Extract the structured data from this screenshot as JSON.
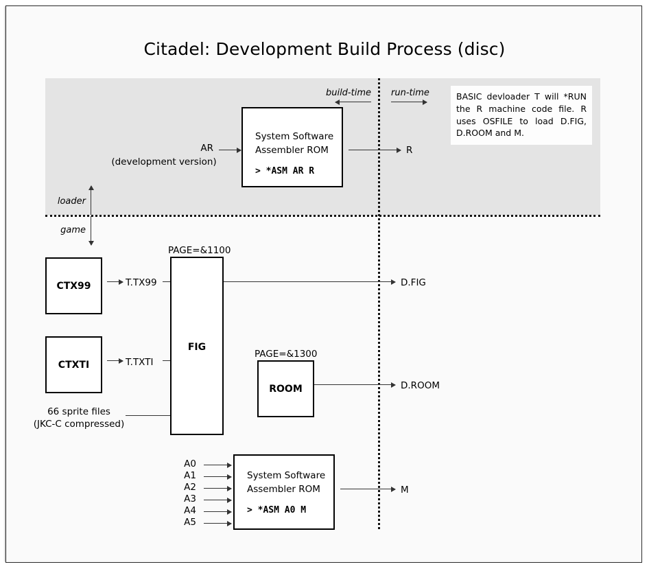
{
  "title": "Citadel: Development Build Process (disc)",
  "phases": {
    "build_time": "build-time",
    "run_time": "run-time",
    "loader": "loader",
    "game": "game"
  },
  "note": {
    "text": "BASIC devloader T will *RUN the R machine code file. R uses OSFILE to load D.FIG, D.ROOM and M."
  },
  "loader_stage": {
    "input_label": "AR",
    "input_sublabel": "(development version)",
    "assembler": {
      "title": "System Software\nAssembler ROM",
      "command": "> *ASM AR R"
    },
    "output_label": "R"
  },
  "game_stage": {
    "sources": [
      {
        "name": "CTX99",
        "file": "T.TX99"
      },
      {
        "name": "CTXTI",
        "file": "T.TXTI"
      }
    ],
    "sprites": {
      "line1": "66 sprite files",
      "line2": "(JKC-C compressed)"
    },
    "fig": {
      "page": "PAGE=&1100",
      "name": "FIG",
      "output": "D.FIG"
    },
    "room": {
      "page": "PAGE=&1300",
      "name": "ROOM",
      "output": "D.ROOM"
    },
    "music": {
      "inputs": [
        "A0",
        "A1",
        "A2",
        "A3",
        "A4",
        "A5"
      ],
      "assembler": {
        "title": "System Software\nAssembler ROM",
        "command": "> *ASM A0 M"
      },
      "output": "M"
    }
  },
  "colors": {
    "band": "#e4e4e4",
    "page": "#fafafa",
    "ink": "#000000",
    "rule": "#333333"
  }
}
